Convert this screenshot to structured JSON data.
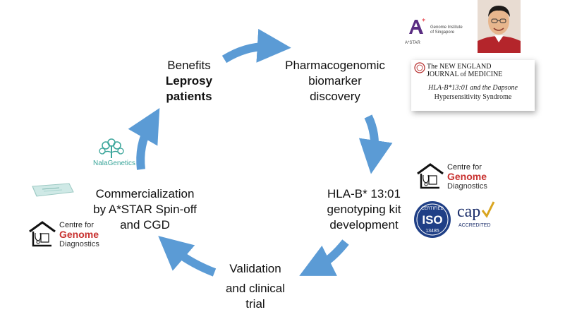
{
  "stages": {
    "benefits": {
      "line1": "Benefits",
      "line2": "Leprosy",
      "line3": "patients"
    },
    "discovery": {
      "line1": "Pharmacogenomic",
      "line2": "biomarker",
      "line3": "discovery"
    },
    "genotyping": {
      "line1": "HLA-B* 13:01",
      "line2": "genotyping kit",
      "line3": "development"
    },
    "validation": {
      "line1": "Validation",
      "line2": "and clinical",
      "line3": "trial"
    },
    "commercialization": {
      "line1": "Commercialization",
      "line2": "by A*STAR Spin-off",
      "line3": "and CGD"
    }
  },
  "logos": {
    "astar": {
      "mark": "A*STAR",
      "org_line1": "Genome Institute",
      "org_line2": "of Singapore"
    },
    "nejm": {
      "line1": "The NEW ENGLAND",
      "line2": "JOURNAL of MEDICINE"
    },
    "article": {
      "line1": "HLA-B*13:01 and the Dapsone",
      "line2": "Hypersensitivity Syndrome"
    },
    "cgd": {
      "line1": "Centre for",
      "line2": "Genome",
      "line3": "Diagnostics"
    },
    "iso": {
      "top": "CERTIFIED",
      "mid": "ISO",
      "num": "13485"
    },
    "cap": {
      "mark": "cap",
      "label": "ACCREDITED"
    },
    "nala": {
      "name": "NalaGenetics"
    }
  },
  "colors": {
    "arrow": "#5b9bd5",
    "cgd_red": "#c8312f",
    "iso_blue": "#1f3f86",
    "nala_teal": "#3aa59a",
    "astar_purple": "#5a2d82"
  }
}
